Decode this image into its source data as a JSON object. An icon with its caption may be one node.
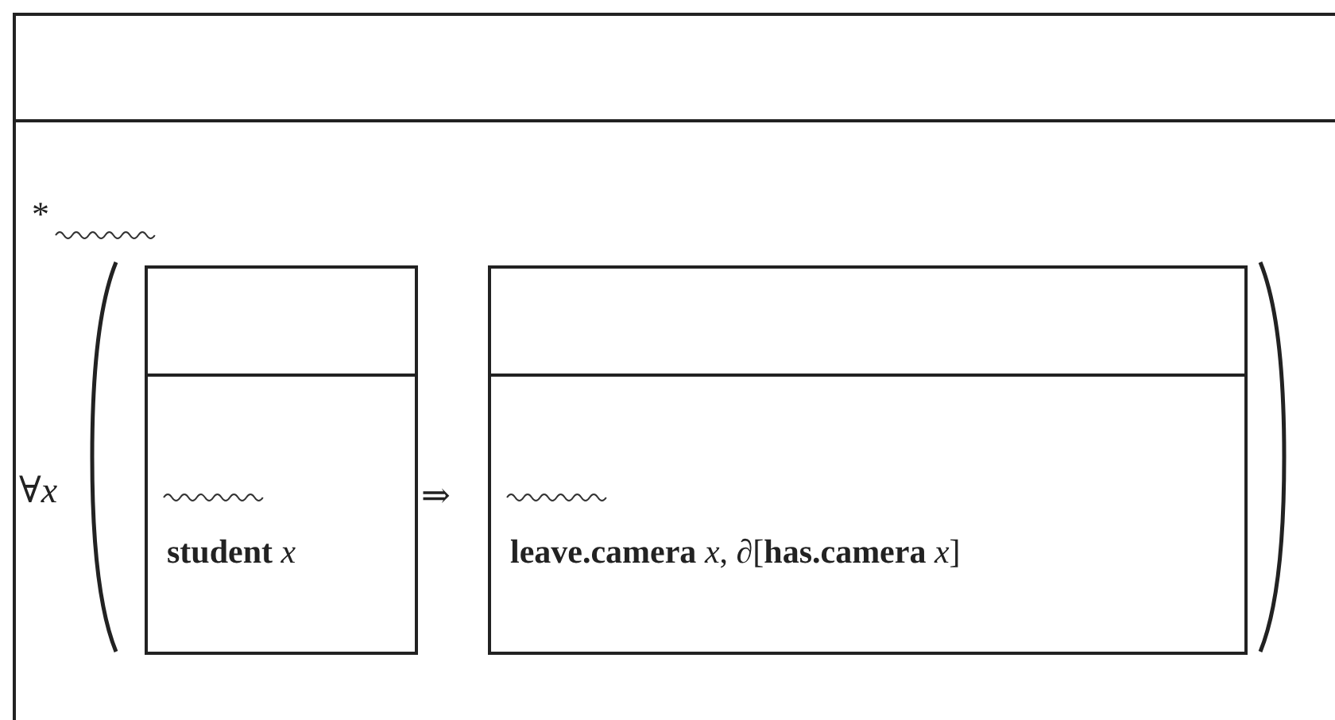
{
  "diagram": {
    "nodes": [
      {
        "text": [],
        "shape": "box"
      },
      {
        "text": [
          "**student** *x*"
        ],
        "in": 0
      },
      {
        "text": [
          "**leave.camera** *x*, ∂[**has.camera** *x*]"
        ],
        "in": 0
      }
    ],
    "labels": [
      "*",
      "∀*x*",
      "⇒"
    ]
  }
}
